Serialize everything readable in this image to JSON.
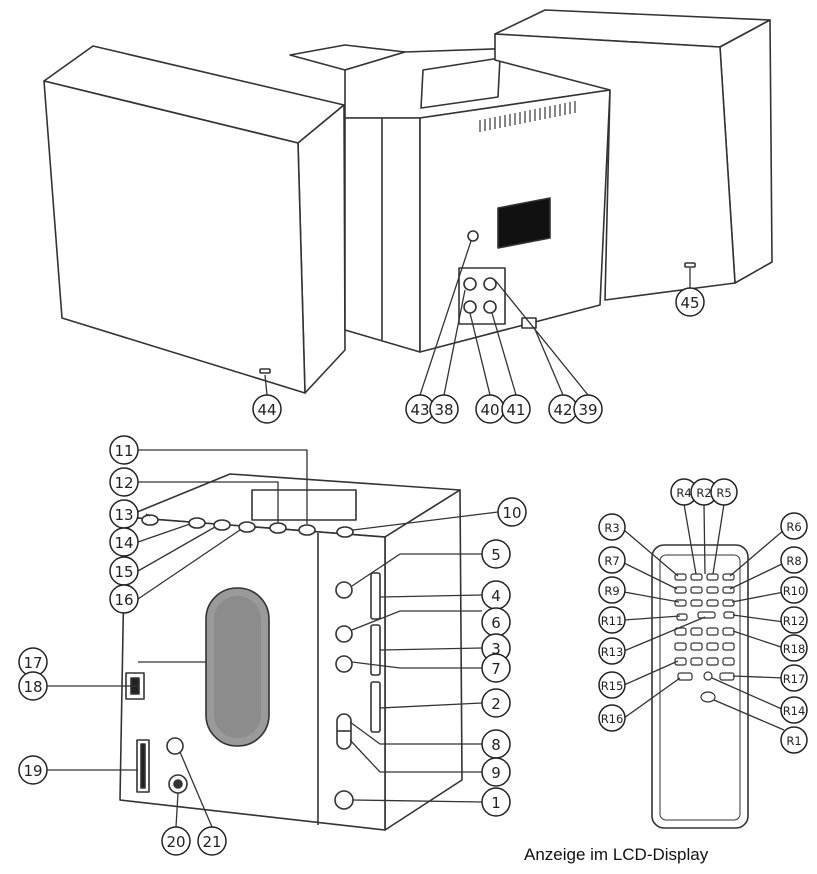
{
  "callouts": {
    "c44": "44",
    "c43": "43",
    "c38": "38",
    "c40": "40",
    "c41": "41",
    "c42": "42",
    "c39": "39",
    "c45": "45",
    "c11": "11",
    "c12": "12",
    "c13": "13",
    "c14": "14",
    "c15": "15",
    "c16": "16",
    "c10": "10",
    "c5": "5",
    "c4": "4",
    "c6": "6",
    "c3": "3",
    "c7": "7",
    "c2": "2",
    "c8": "8",
    "c9": "9",
    "c1": "1",
    "c17": "17",
    "c18": "18",
    "c19": "19",
    "c20": "20",
    "c21": "21",
    "cR4": "R4",
    "cR2": "R2",
    "cR5": "R5",
    "cR3": "R3",
    "cR6": "R6",
    "cR7": "R7",
    "cR8": "R8",
    "cR9": "R9",
    "cR10": "R10",
    "cR11": "R11",
    "cR12": "R12",
    "cR13": "R13",
    "cR18": "R18",
    "cR15": "R15",
    "cR17": "R17",
    "cR16": "R16",
    "cR14": "R14",
    "cR1": "R1"
  },
  "caption": "Anzeige im LCD-Display"
}
